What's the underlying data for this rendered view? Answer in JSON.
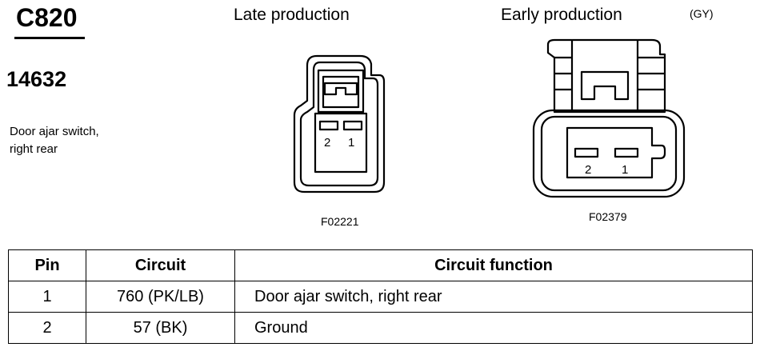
{
  "connector": {
    "id": "C820",
    "part_number": "14632",
    "description_line1": "Door ajar switch,",
    "description_line2": "right rear"
  },
  "views": {
    "late": {
      "heading": "Late production",
      "figure_id": "F02221",
      "pin_labels": [
        "2",
        "1"
      ]
    },
    "early": {
      "heading": "Early production",
      "color_code": "(GY)",
      "figure_id": "F02379",
      "pin_labels": [
        "2",
        "1"
      ]
    }
  },
  "table": {
    "headers": {
      "pin": "Pin",
      "circuit": "Circuit",
      "function": "Circuit function"
    },
    "rows": [
      {
        "pin": "1",
        "circuit": "760 (PK/LB)",
        "function": "Door ajar switch, right rear"
      },
      {
        "pin": "2",
        "circuit": "57 (BK)",
        "function": "Ground"
      }
    ]
  }
}
